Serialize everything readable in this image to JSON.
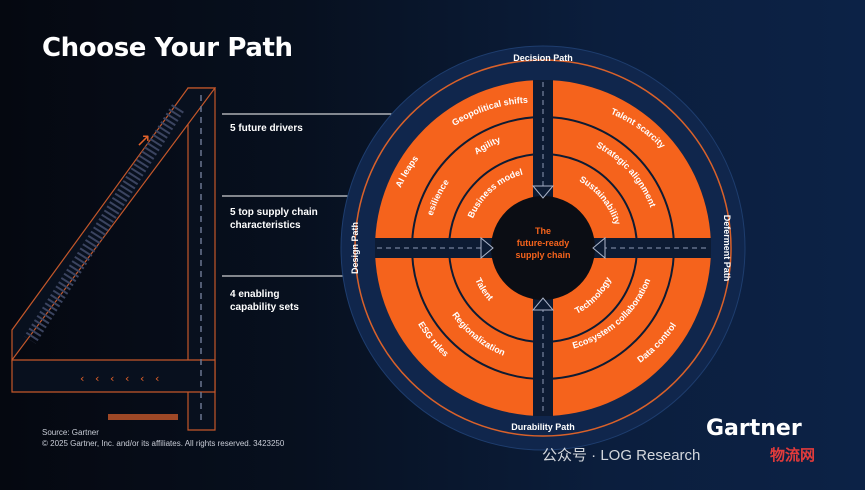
{
  "title": "Choose Your Path",
  "colors": {
    "accent": "#f5631c",
    "dark_road": "#0d1b33",
    "background": "#0a1a36"
  },
  "left_labels": [
    {
      "text": "5 future drivers"
    },
    {
      "text": "5 top supply chain characteristics"
    },
    {
      "text": "4 enabling capability sets"
    }
  ],
  "paths": {
    "top": "Decision Path",
    "right": "Deferment Path",
    "bottom": "Durability Path",
    "left": "Design Path"
  },
  "outer_ring": [
    "Geopolitical shifts",
    "Talent scarcity",
    "AI leaps",
    "ESG rules",
    "Data control"
  ],
  "middle_ring": [
    "Agility",
    "Strategic alignment",
    "Resilience",
    "Regionalization",
    "Ecosystem collaboration"
  ],
  "inner_ring": [
    "Business model",
    "Sustainability",
    "Talent",
    "Technology"
  ],
  "center": [
    "The",
    "future-ready",
    "supply chain"
  ],
  "source": "Source: Gartner",
  "copyright": "© 2025 Gartner, Inc. and/or its affiliates. All rights reserved. 3423250",
  "logo": "Gartner",
  "watermark": "公众号 · LOG Research",
  "watermark_site": "物流网"
}
